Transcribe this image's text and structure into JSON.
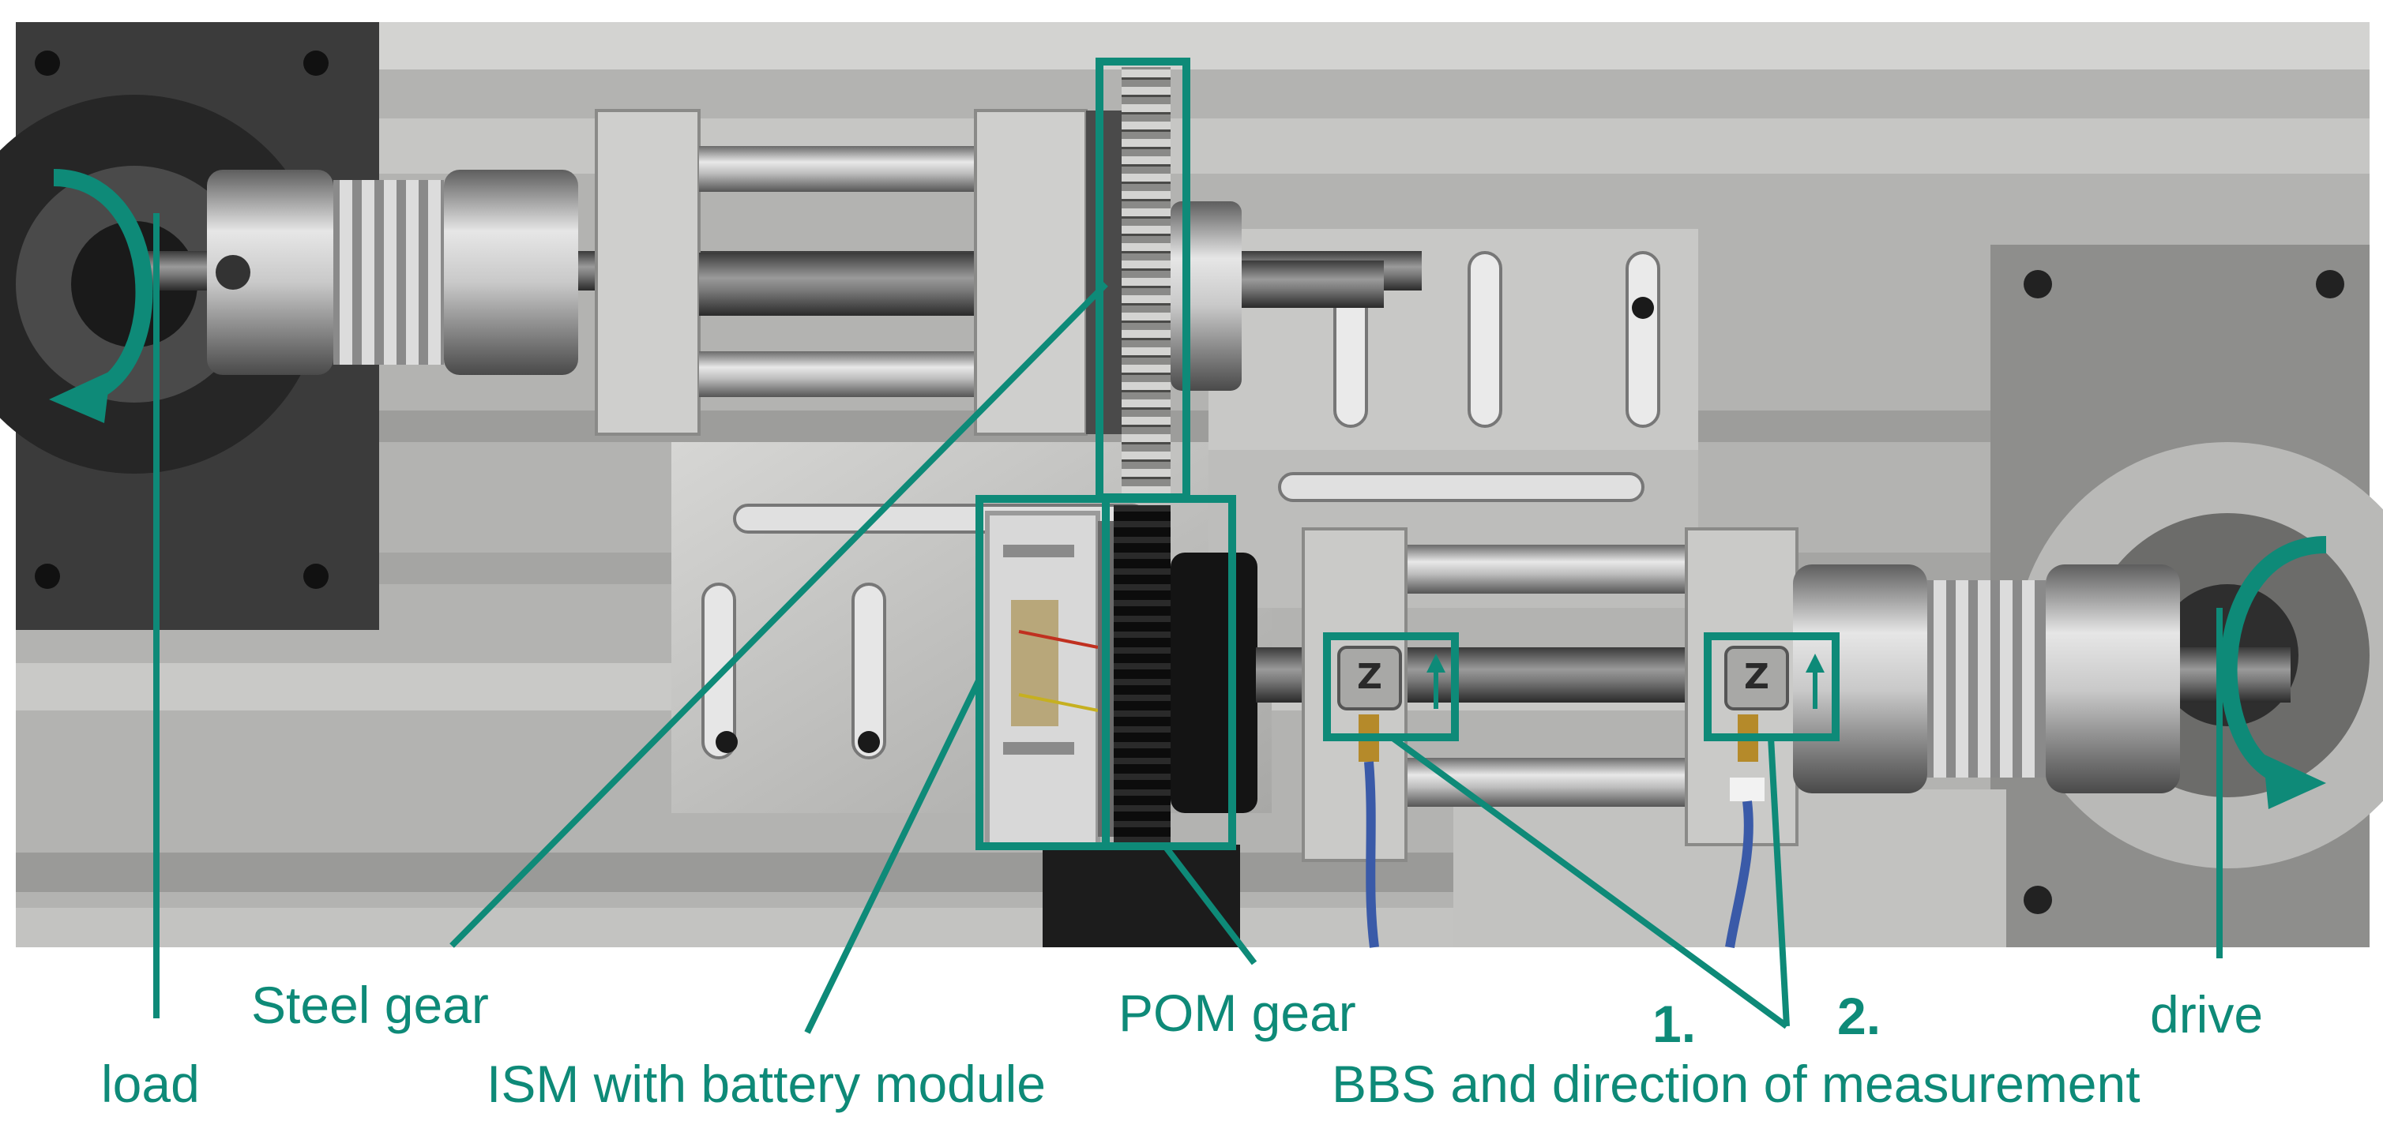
{
  "labels": {
    "load": "load",
    "steel_gear": "Steel gear",
    "ism": "ISM with battery module",
    "pom_gear": "POM gear",
    "sensor_1": "1.",
    "sensor_2": "2.",
    "bbs": "BBS and direction of measurement",
    "drive": "drive"
  },
  "colors": {
    "annotation": "#0e8a78",
    "background": "#ffffff"
  },
  "icons": {
    "load_rotation": "curved-arrow-icon",
    "drive_rotation": "curved-arrow-icon",
    "sensor_direction": "up-arrow-icon"
  }
}
